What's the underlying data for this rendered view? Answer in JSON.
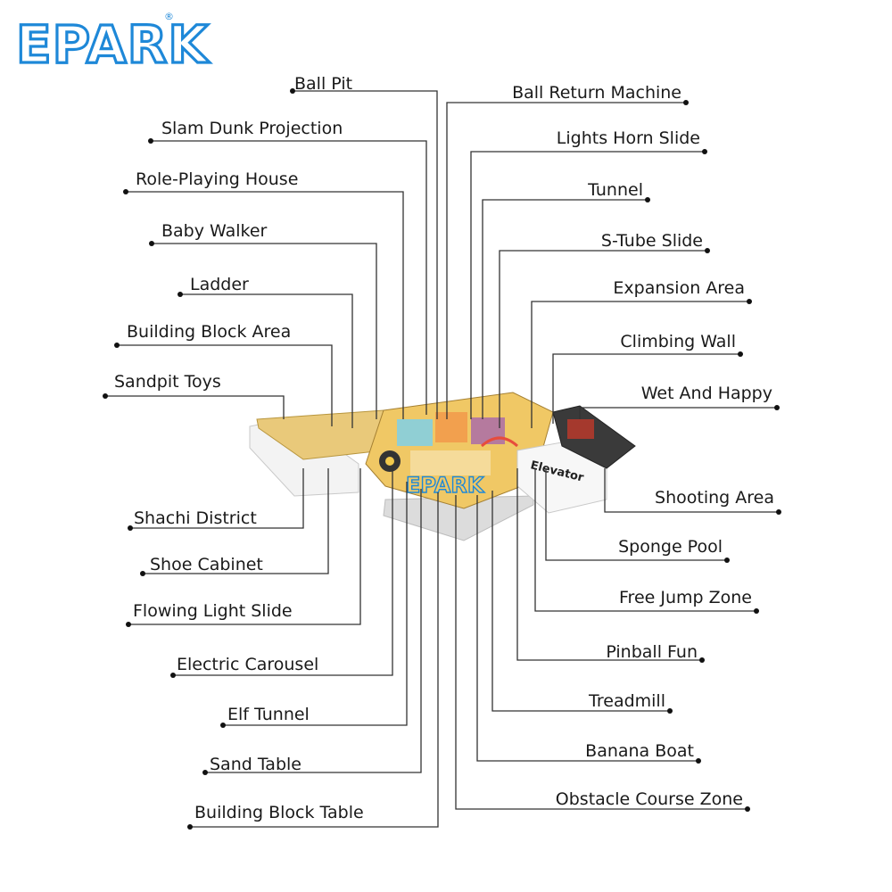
{
  "brand": {
    "logo_text": "EPARK",
    "registered_mark": "®"
  },
  "colors": {
    "brand_blue": "#1e88d8",
    "line": "#333333",
    "play_yellow": "#f2c94c",
    "play_orange": "#f2994a"
  },
  "model": {
    "elevator_label": "Elevator",
    "overlay_logo_text": "EPARK"
  },
  "labels_left": [
    "Ball Pit",
    "Slam Dunk Projection",
    "Role-Playing House",
    "Baby Walker",
    "Ladder",
    "Building Block Area",
    "Sandpit Toys",
    "Shachi District",
    "Shoe Cabinet",
    "Flowing Light Slide",
    "Electric Carousel",
    "Elf Tunnel",
    "Sand Table",
    "Building Block Table"
  ],
  "labels_right": [
    "Ball Return Machine",
    "Lights Horn Slide",
    "Tunnel",
    "S-Tube Slide",
    "Expansion Area",
    "Climbing Wall",
    "Wet And Happy",
    "Shooting Area",
    "Sponge Pool",
    "Free Jump Zone",
    "Pinball Fun",
    "Treadmill",
    "Banana Boat",
    "Obstacle Course Zone"
  ]
}
